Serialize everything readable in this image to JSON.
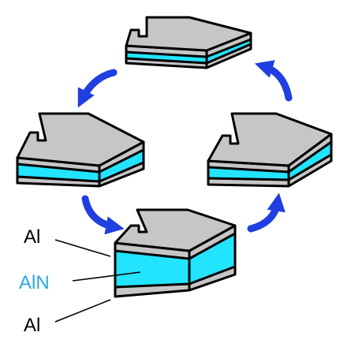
{
  "labels": {
    "top_layer": "Al",
    "middle_layer": "AlN",
    "bottom_layer": "Al"
  },
  "colors": {
    "metal": "#c6c6c6",
    "nitride": "#22e4ff",
    "arrow": "#1f3fe0",
    "outline": "#000000",
    "label_metal": "#000000",
    "label_nitride": "#2aa8e6"
  }
}
